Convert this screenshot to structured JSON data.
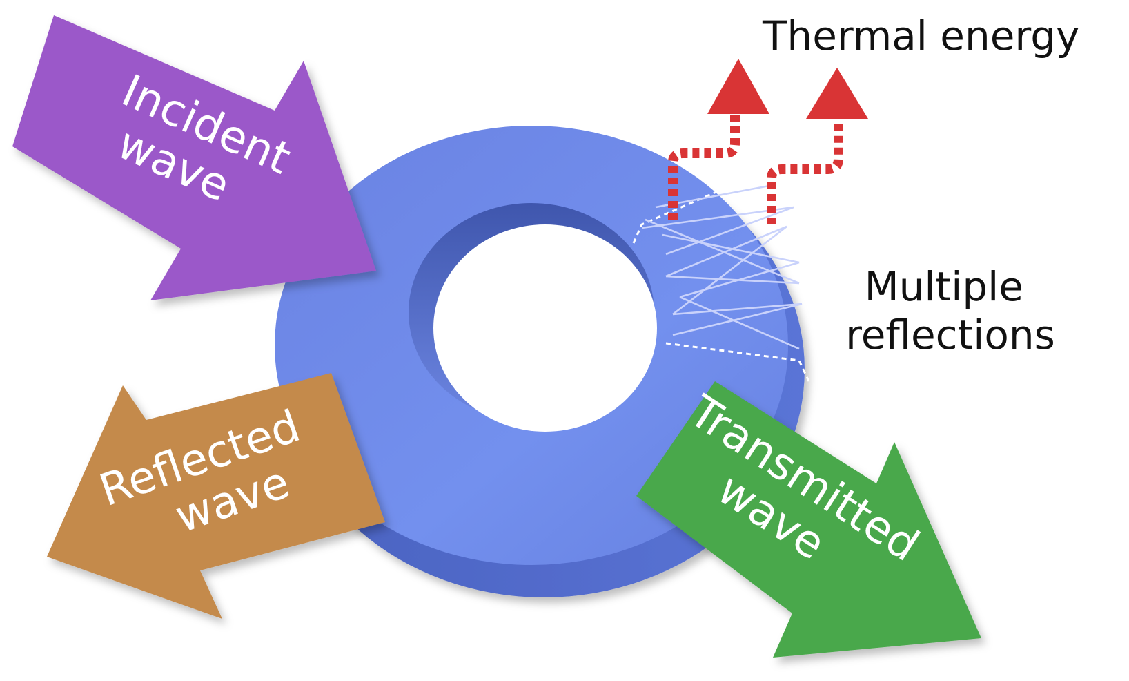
{
  "labels": {
    "incident": [
      "Incident",
      "wave"
    ],
    "reflected": [
      "Reflected",
      "wave"
    ],
    "transmitted": [
      "Transmitted",
      "wave"
    ],
    "thermal": "Thermal energy",
    "multiple": [
      "Multiple",
      "reflections"
    ]
  },
  "colors": {
    "incident": "#9b59c9",
    "reflected": "#c48a4c",
    "transmitted": "#49a84b",
    "ring_top": "#6f8be8",
    "ring_side": "#4e68c8",
    "heat_arrow": "#d93435"
  }
}
